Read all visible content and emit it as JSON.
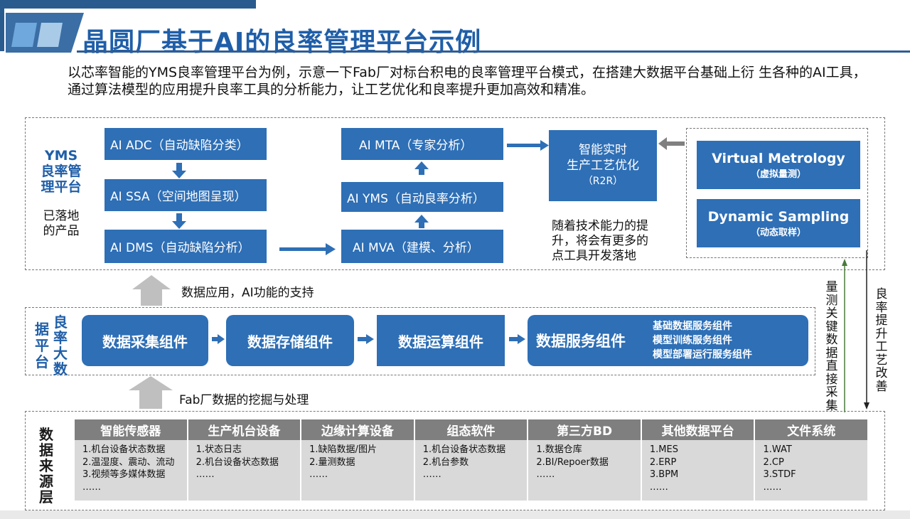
{
  "page": {
    "title": "晶圆厂基于AI的良率管理平台示例",
    "intro": "以芯率智能的YMS良率管理平台为例，示意一下Fab厂对标台积电的良率管理平台模式，在搭建大数据平台基础上衍 生各种的AI工具，通过算法模型的应用提升良率工具的分析能力，让工艺优化和良率提升更加高效和精准。"
  },
  "yms": {
    "label": [
      "YMS",
      "良率管",
      "理平台"
    ],
    "sublabel": [
      "已落地",
      "的产品"
    ],
    "adc": "AI ADC（自动缺陷分类）",
    "ssa": "AI SSA（空间地图呈现）",
    "dms": "AI DMS（自动缺陷分析）",
    "mta": "AI  MTA（专家分析）",
    "ayms": "AI YMS（自动良率分析）",
    "mva": "AI  MVA（建模、分析）",
    "r2r": [
      "智能实时",
      "生产工艺优化",
      "（R2R）"
    ],
    "note": [
      "随着技术能力的提",
      "升，将会有更多的",
      "点工具开发落地"
    ],
    "vm_title": "Virtual Metrology",
    "vm_sub": "（虚拟量测）",
    "ds_title": "Dynamic Sampling",
    "ds_sub": "（动态取样）"
  },
  "support1": "数据应用，AI功能的支持",
  "support2": "Fab厂数据的挖掘与处理",
  "bigdata": {
    "label_col1": [
      "据",
      "平",
      "台"
    ],
    "label_col2": [
      "良",
      "率",
      "大",
      "数"
    ],
    "collect": "数据采集组件",
    "storage": "数据存储组件",
    "compute": "数据运算组件",
    "service": "数据服务组件",
    "service_items": [
      "基础数据服务组件",
      "模型训练服务组件",
      "模型部署运行服务组件"
    ]
  },
  "right_labels": {
    "measure": "量测关键数据直接采集",
    "improve": "良率提升工艺改善"
  },
  "sources": {
    "label": "数据来源层",
    "columns": [
      {
        "head": "智能传感器",
        "items": [
          "1.机台设备状态数据",
          "2.温湿度、震动、流动",
          "3.视频等多媒体数据",
          "……"
        ]
      },
      {
        "head": "生产机台设备",
        "items": [
          "1.状态日志",
          "2.机台设备状态数据",
          "……"
        ]
      },
      {
        "head": "边缘计算设备",
        "items": [
          "1.缺陷数据/图片",
          "2.量测数据",
          "……"
        ]
      },
      {
        "head": "组态软件",
        "items": [
          "1.机台设备状态数据",
          "2.机台参数",
          "……"
        ]
      },
      {
        "head": "第三方BD",
        "items": [
          "1.数据仓库",
          "2.BI/Repoer数据",
          "……"
        ]
      },
      {
        "head": "其他数据平台",
        "items": [
          "1.MES",
          "2.ERP",
          "3.BPM",
          "……"
        ]
      },
      {
        "head": "文件系统",
        "items": [
          "1.WAT",
          "2.CP",
          "3.STDF",
          "……"
        ]
      }
    ]
  },
  "colors": {
    "blue": "#2e6fb6",
    "title": "#1f5ea8",
    "gray_head": "#7f7f7f",
    "gray_body": "#d9d9d9",
    "arrow_gray": "#bfbfbf"
  }
}
